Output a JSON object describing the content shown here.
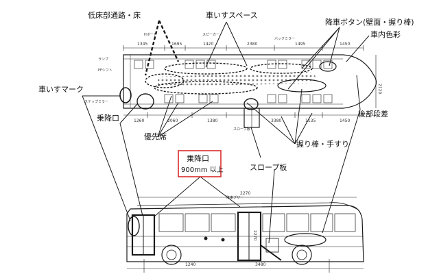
{
  "callouts": {
    "low_floor": "低床部通路・床",
    "wheelchair_space": "車いすスペース",
    "stop_button": "降車ボタン(壁面・握り棒)",
    "interior_color": "車内色彩",
    "wheelchair_mark": "車いすマーク",
    "boarding_door": "乗降口",
    "rear_step": "後部段差",
    "priority_seat": "優先席",
    "grab_bar": "握り棒・手すり",
    "slope_board": "スロープ板",
    "door_width_title": "乗降口",
    "door_width_value": "900mm 以上"
  },
  "plan_dims": {
    "top": [
      "1345",
      "1695",
      "1420",
      "2380",
      "1495",
      "1450"
    ],
    "bottom": [
      "1260",
      "2060",
      "1380",
      "3380",
      "1135",
      "1450"
    ],
    "side": "2120"
  },
  "plan_notes": {
    "n1": "Hボード",
    "n2": "スピーカー",
    "n3": "バックミラー",
    "n4": "FFシフト",
    "n5": "ステップミラー",
    "n6": "ランプ",
    "n7": "スロープ板",
    "n8": "降車ブザー"
  },
  "side_dims": {
    "width": "2270",
    "left": "1240",
    "right": "3480",
    "door_h": "2270"
  },
  "colors": {
    "line": "#1a1a1a",
    "red": "#d92b2b",
    "hatch": "#222222"
  }
}
